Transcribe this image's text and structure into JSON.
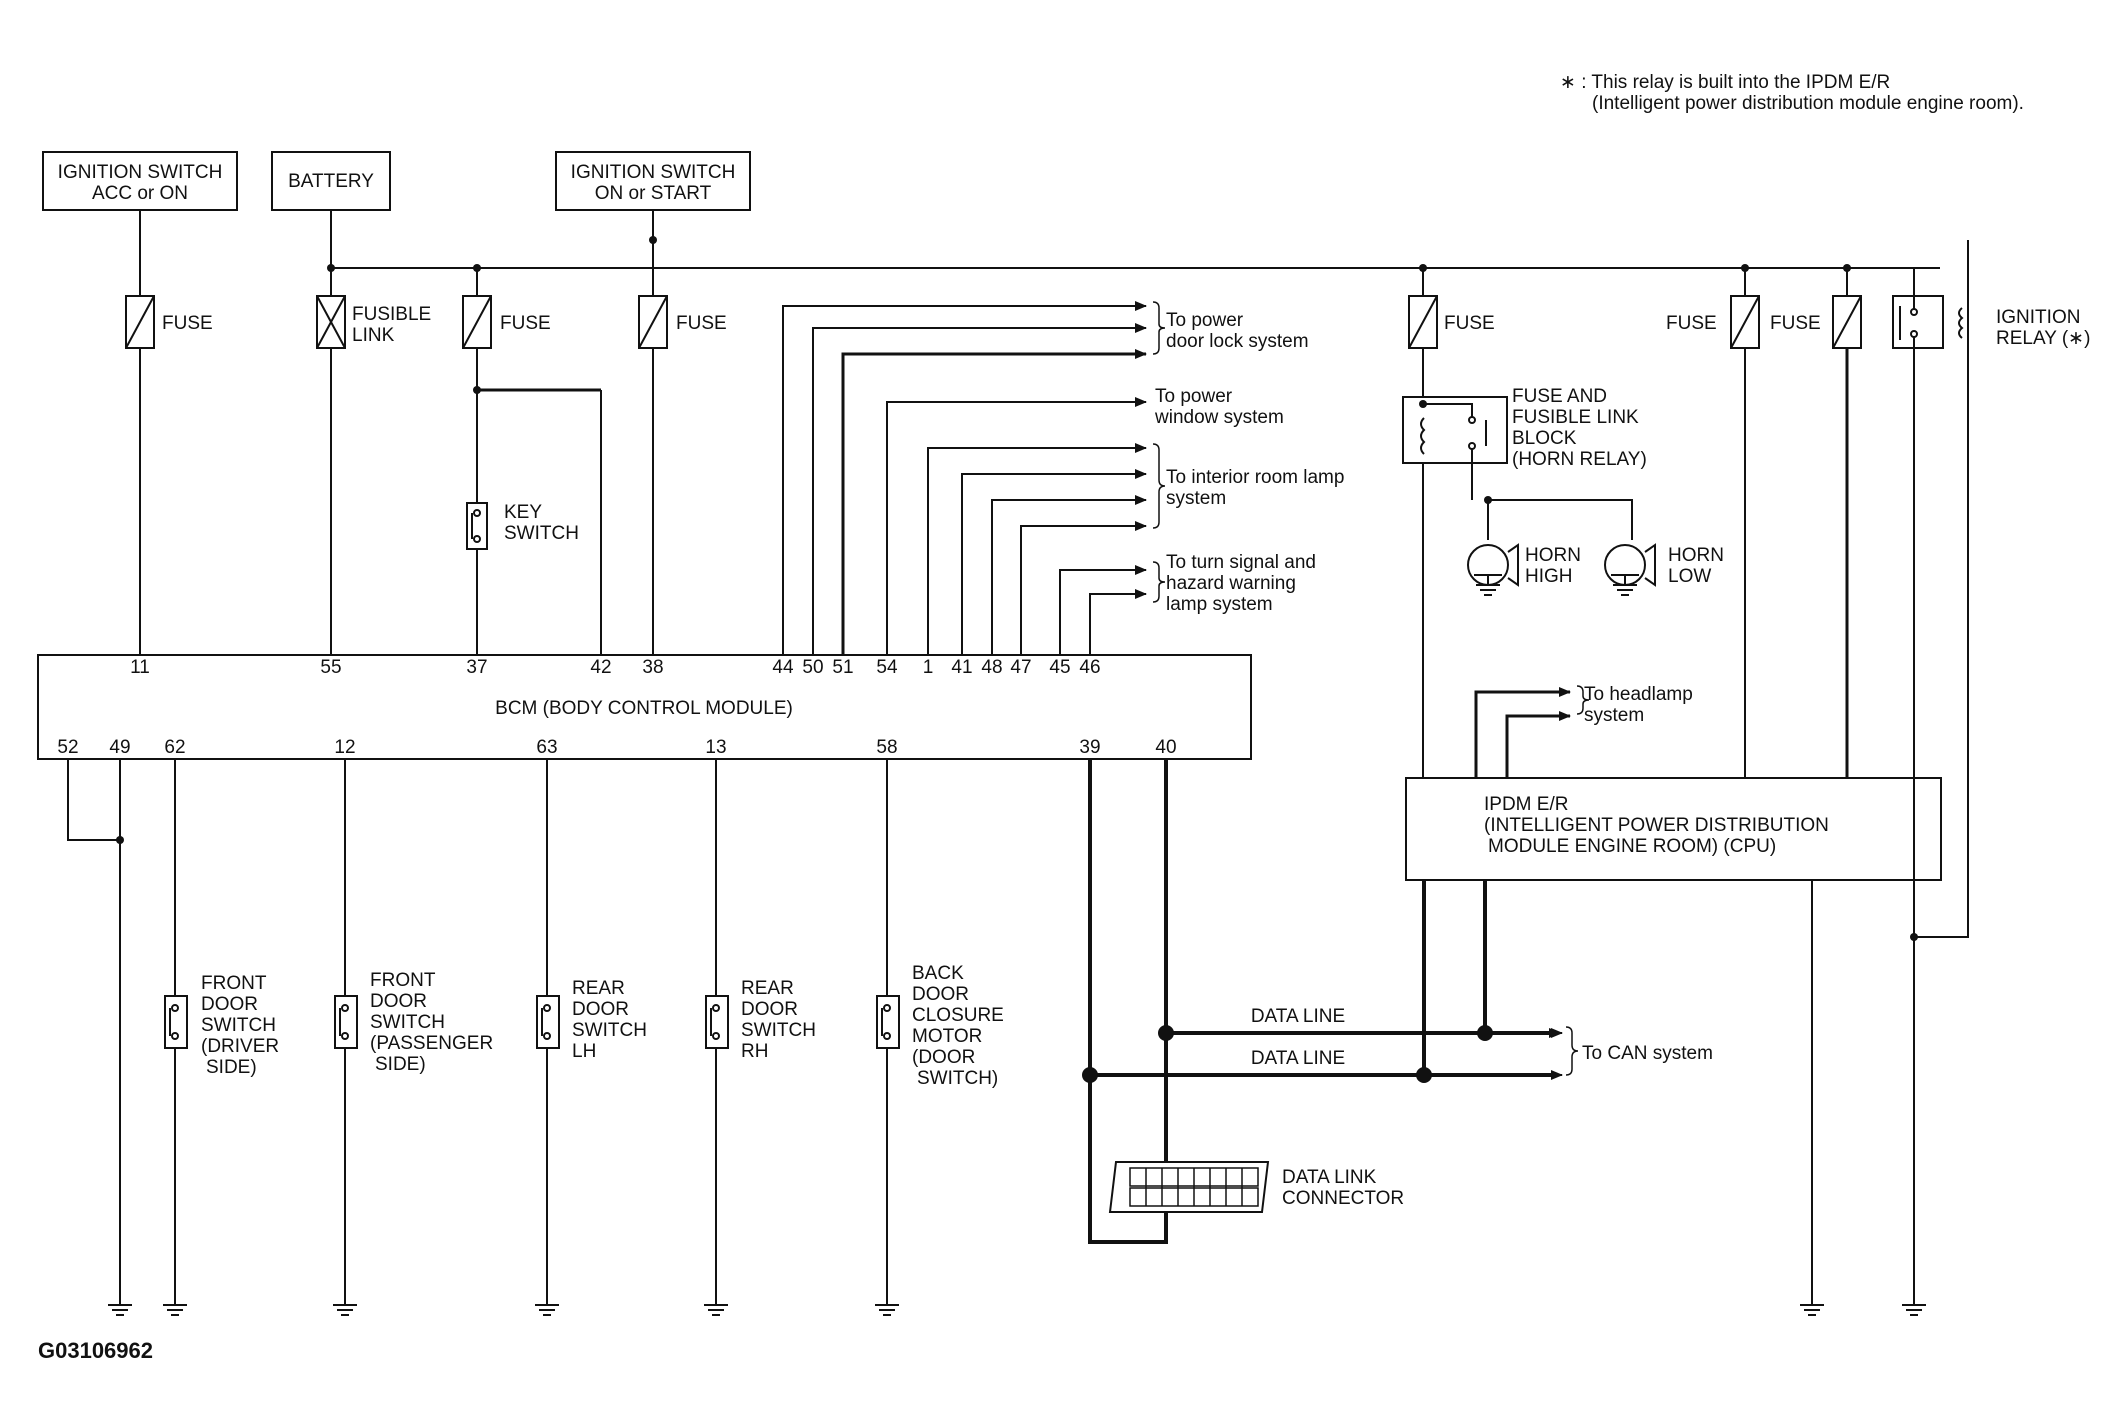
{
  "note": {
    "line1": "∗ : This relay is built into the IPDM E/R",
    "line2": "(Intelligent power distribution module engine room)."
  },
  "sources": {
    "ign_acc_l1": "IGNITION SWITCH",
    "ign_acc_l2": "ACC or ON",
    "battery": "BATTERY",
    "ign_start_l1": "IGNITION SWITCH",
    "ign_start_l2": "ON or START"
  },
  "fuses": {
    "fuse": "FUSE",
    "fusible_l1": "FUSIBLE",
    "fusible_l2": "LINK"
  },
  "ignition_relay": {
    "l1": "IGNITION",
    "l2": "RELAY (∗)"
  },
  "key_switch": {
    "l1": "KEY",
    "l2": "SWITCH"
  },
  "horn_block": {
    "l1": "FUSE AND",
    "l2": "FUSIBLE LINK",
    "l3": "BLOCK",
    "l4": "(HORN RELAY)"
  },
  "horns": {
    "high_l1": "HORN",
    "high_l2": "HIGH",
    "low_l1": "HORN",
    "low_l2": "LOW"
  },
  "destinations": {
    "door_lock_l1": "To power",
    "door_lock_l2": "door lock system",
    "window_l1": "To power",
    "window_l2": "window system",
    "room_lamp_l1": "To interior room lamp",
    "room_lamp_l2": "system",
    "turn_l1": "To turn signal and",
    "turn_l2": "hazard warning",
    "turn_l3": "lamp system",
    "headlamp_l1": "To headlamp",
    "headlamp_l2": "system",
    "can": "To CAN system"
  },
  "bcm": {
    "label": "BCM (BODY CONTROL MODULE)",
    "top_pins": [
      "11",
      "55",
      "37",
      "42",
      "38",
      "44",
      "50",
      "51",
      "54",
      "1",
      "41",
      "48",
      "47",
      "45",
      "46"
    ],
    "bottom_pins": [
      "52",
      "49",
      "62",
      "12",
      "63",
      "13",
      "58",
      "39",
      "40"
    ]
  },
  "ipdm": {
    "l1": "IPDM E/R",
    "l2": "(INTELLIGENT POWER DISTRIBUTION",
    "l3": "MODULE ENGINE ROOM) (CPU)"
  },
  "switches": {
    "front_driver": [
      "FRONT",
      "DOOR",
      "SWITCH",
      "(DRIVER",
      "SIDE)"
    ],
    "front_passenger": [
      "FRONT",
      "DOOR",
      "SWITCH",
      "(PASSENGER",
      "SIDE)"
    ],
    "rear_lh": [
      "REAR",
      "DOOR",
      "SWITCH",
      "LH"
    ],
    "rear_rh": [
      "REAR",
      "DOOR",
      "SWITCH",
      "RH"
    ],
    "back_door": [
      "BACK",
      "DOOR",
      "CLOSURE",
      "MOTOR",
      "(DOOR",
      "SWITCH)"
    ]
  },
  "data_lines": {
    "line1": "DATA LINE",
    "line2": "DATA LINE"
  },
  "dlc": {
    "l1": "DATA LINK",
    "l2": "CONNECTOR"
  },
  "figure_code": "G03106962"
}
